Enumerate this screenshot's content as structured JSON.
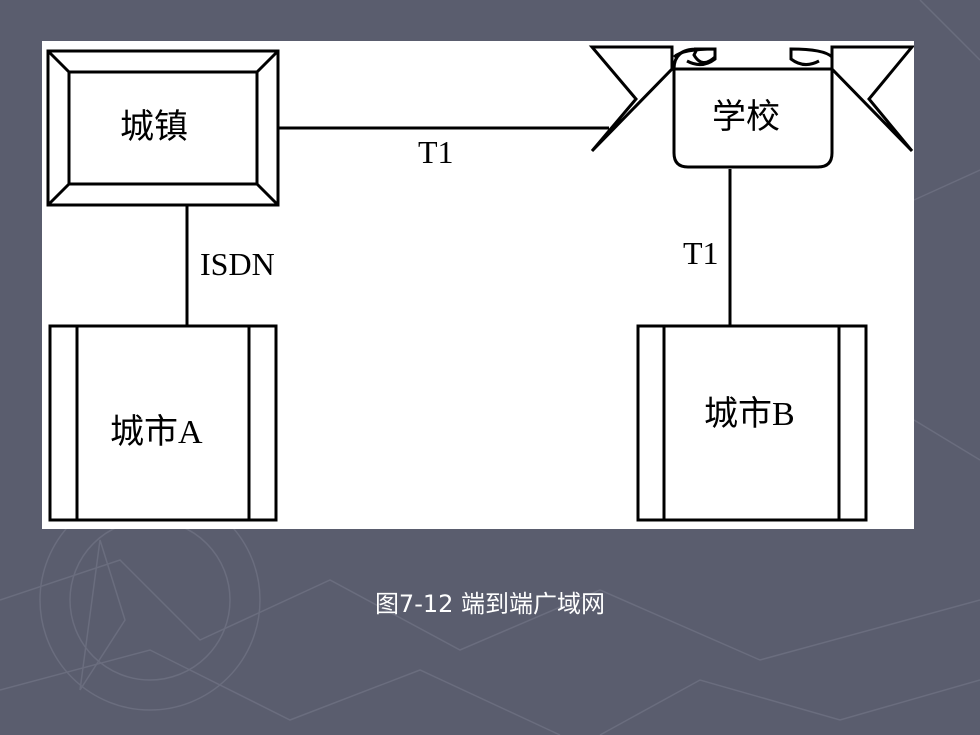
{
  "diagram": {
    "nodes": {
      "town": "城镇",
      "school": "学校",
      "city_a": "城市A",
      "city_b": "城市B"
    },
    "links": {
      "town_school": "T1",
      "town_city_a": "ISDN",
      "school_city_b": "T1"
    }
  },
  "caption": "图7-12  端到端广域网",
  "colors": {
    "background": "#5a5d6e",
    "panel": "#ffffff",
    "stroke": "#000000",
    "caption": "#ffffff"
  }
}
